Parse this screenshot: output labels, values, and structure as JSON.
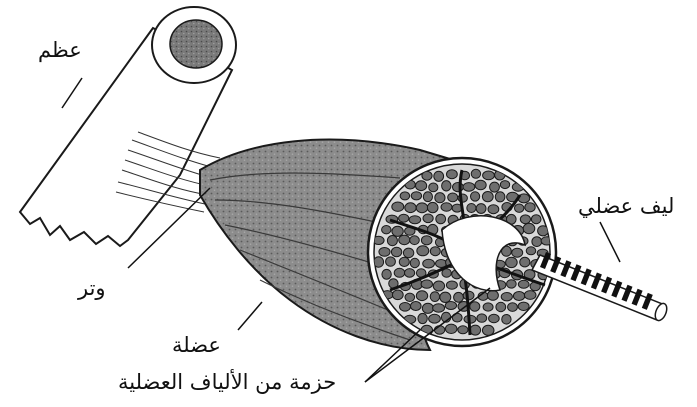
{
  "labels": {
    "bone": "عظم",
    "tendon": "وتر",
    "muscle": "عضلة",
    "muscle_fiber": "ليف عضلي",
    "fascicle": "حزمة من الألياف العضلية"
  },
  "colors": {
    "outline": "#1a1a1a",
    "muscle_fill": "#8c8c8c",
    "muscle_dark": "#5e5e5e",
    "fiber_fill": "#6e6e6e",
    "bone_marrow": "#7a7a7a",
    "background": "#ffffff"
  }
}
